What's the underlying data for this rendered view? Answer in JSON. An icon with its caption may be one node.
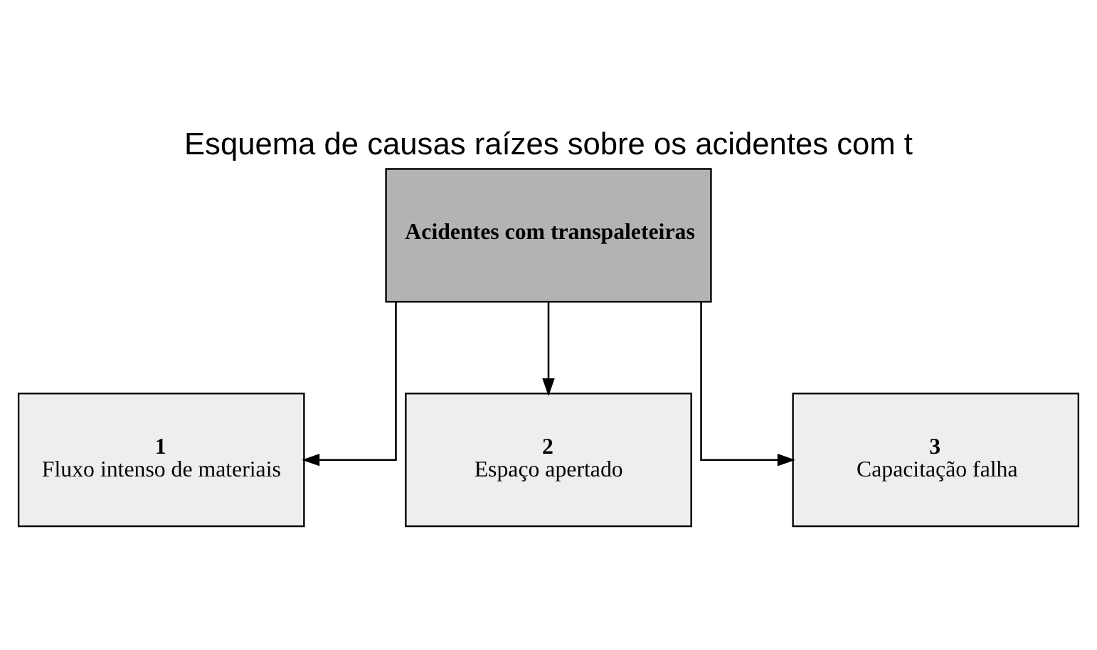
{
  "diagram": {
    "title": "Esquema de causas raízes sobre os acidentes com t",
    "nodes": [
      {
        "text": [
          "Acidentes com transpaleteiras"
        ]
      },
      {
        "text": [
          "1",
          "Fluxo intenso de materiais"
        ]
      },
      {
        "text": [
          "2",
          "Espaço apertado"
        ]
      },
      {
        "text": [
          "3",
          "Capacitação falha"
        ]
      }
    ],
    "edges": [
      {
        "from": 0,
        "to": 1,
        "arrow": "to"
      },
      {
        "from": 0,
        "to": 2,
        "arrow": "to"
      },
      {
        "from": 0,
        "to": 3,
        "arrow": "to"
      }
    ]
  }
}
